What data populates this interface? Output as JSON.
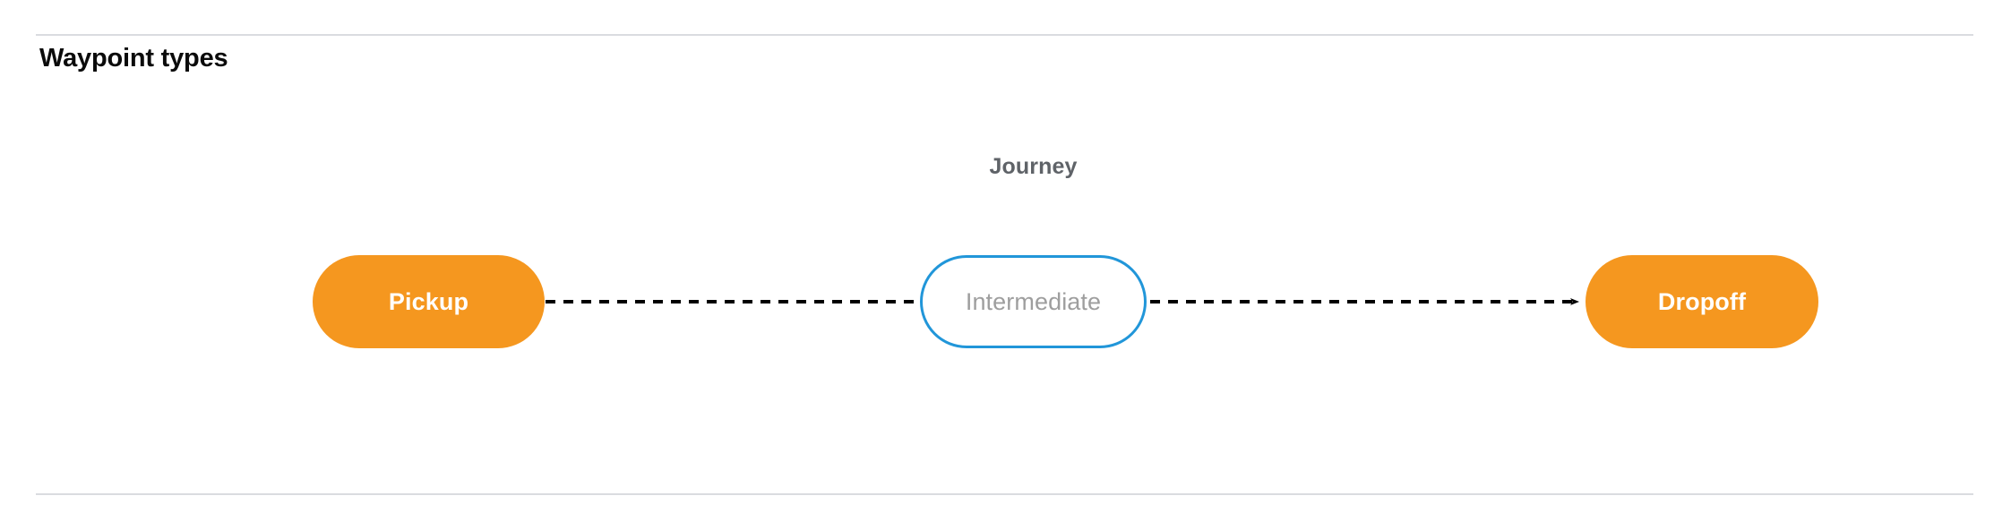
{
  "section": {
    "title": "Waypoint types"
  },
  "diagram": {
    "group_label": "Journey",
    "nodes": [
      {
        "id": "pickup",
        "label": "Pickup",
        "style": "filled",
        "fill_color": "#f5971f",
        "text_color": "#ffffff"
      },
      {
        "id": "intermediate",
        "label": "Intermediate",
        "style": "outlined",
        "fill_color": "#ffffff",
        "border_color": "#2196d9",
        "text_color": "#9e9e9e"
      },
      {
        "id": "dropoff",
        "label": "Dropoff",
        "style": "filled",
        "fill_color": "#f5971f",
        "text_color": "#ffffff"
      }
    ],
    "edges": [
      {
        "id": "pickup-to-intermediate",
        "from": "pickup",
        "to": "intermediate",
        "line_style": "dashed",
        "arrowhead": false,
        "color": "#000000"
      },
      {
        "id": "intermediate-to-dropoff",
        "from": "intermediate",
        "to": "dropoff",
        "line_style": "dashed",
        "arrowhead": true,
        "color": "#000000"
      }
    ]
  },
  "colors": {
    "divider": "#dadce0",
    "accent_orange": "#f5971f",
    "accent_blue": "#2196d9",
    "muted_text": "#9e9e9e",
    "label_text": "#5f6368",
    "title_text": "#0b0b0b"
  }
}
